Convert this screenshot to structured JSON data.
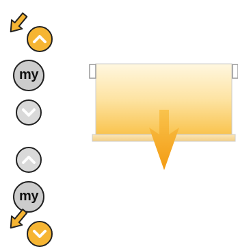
{
  "remote_control": {
    "top_group": {
      "up_button": {
        "icon": "chevron-up-icon",
        "state": "pressed",
        "color": "#f6b533"
      },
      "my_button": {
        "label": "my",
        "icon": "my-label"
      },
      "down_button": {
        "icon": "chevron-down-icon",
        "state": "idle"
      }
    },
    "bottom_group": {
      "up_button": {
        "icon": "chevron-up-icon",
        "state": "idle"
      },
      "my_button": {
        "label": "my",
        "icon": "my-label"
      },
      "down_button": {
        "icon": "chevron-down-icon",
        "state": "pressed",
        "color": "#f6b533"
      }
    },
    "press_indicator": {
      "icon": "press-arrow-icon",
      "color": "#f6b533"
    }
  },
  "blind": {
    "icon": "roller-blind-icon",
    "fill_color": "#fbd77a",
    "motion": {
      "direction": "down",
      "icon": "arrow-down-icon",
      "color": "#f6a21a"
    }
  }
}
